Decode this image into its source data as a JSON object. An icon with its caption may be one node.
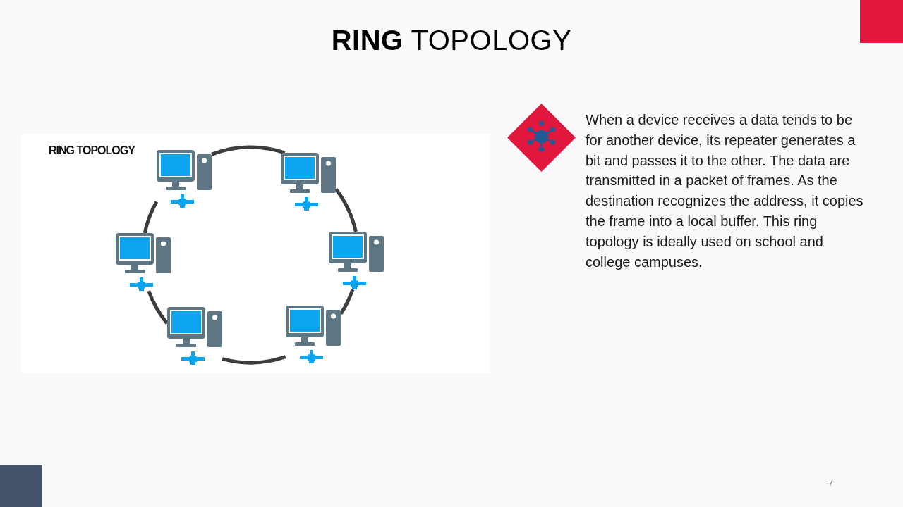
{
  "diagram": {
    "title": "**RING** TOPOLOGY",
    "nodes": [
      {
        "text": [],
        "shape": "computer"
      },
      {
        "text": [],
        "shape": "computer"
      },
      {
        "text": [],
        "shape": "computer"
      },
      {
        "text": [],
        "shape": "computer"
      },
      {
        "text": [],
        "shape": "computer"
      },
      {
        "text": [],
        "shape": "computer"
      }
    ],
    "edges": [
      {
        "from": 0,
        "to": 1,
        "arrow": "none"
      },
      {
        "from": 1,
        "to": 3,
        "arrow": "none"
      },
      {
        "from": 3,
        "to": 5,
        "arrow": "none"
      },
      {
        "from": 5,
        "to": 4,
        "arrow": "none"
      },
      {
        "from": 4,
        "to": 2,
        "arrow": "none"
      },
      {
        "from": 2,
        "to": 0,
        "arrow": "none"
      }
    ],
    "labels": [
      "RING TOPOLOGY",
      "When a device receives a data tends to be for another device, its repeater generates a bit and passes it to the other. The data are transmitted in a packet of frames. As the destination recognizes the address, it copies the frame into a local buffer. This ring topology is ideally used on school and college campuses.",
      "7"
    ]
  }
}
